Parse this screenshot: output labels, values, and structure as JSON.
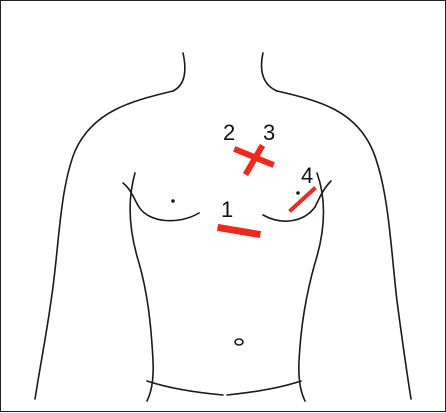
{
  "figure": {
    "colors": {
      "outline": "#1a1a1a",
      "marker": "#ee2a1e"
    },
    "markers": [
      {
        "id": "1",
        "label": "1",
        "shape": "bar"
      },
      {
        "id": "2",
        "label": "2",
        "shape": "cross-stroke"
      },
      {
        "id": "3",
        "label": "3",
        "shape": "cross-stroke"
      },
      {
        "id": "4",
        "label": "4",
        "shape": "diagonal-bar"
      }
    ]
  }
}
